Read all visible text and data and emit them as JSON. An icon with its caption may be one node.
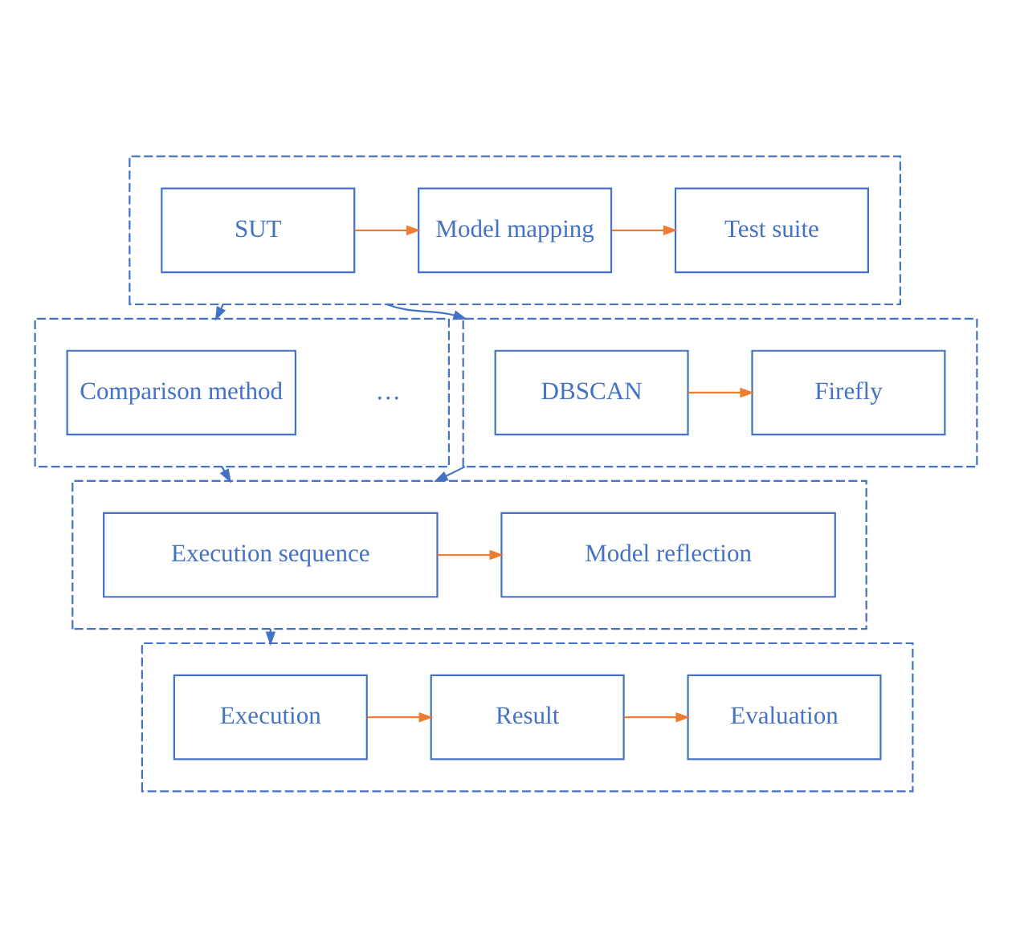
{
  "diagram": {
    "nodes": [
      {
        "text": [],
        "shape": "box"
      },
      {
        "text": [
          "SUT"
        ],
        "in": 0
      },
      {
        "text": [
          "Model mapping"
        ],
        "in": 0
      },
      {
        "text": [
          "Test suite"
        ],
        "in": 0
      },
      {
        "text": [],
        "shape": "box"
      },
      {
        "text": [
          "Comparison method"
        ],
        "in": 4
      },
      {
        "text": [
          "…"
        ],
        "in": 4
      },
      {
        "text": [],
        "shape": "box"
      },
      {
        "text": [
          "DBSCAN"
        ],
        "in": 7
      },
      {
        "text": [
          "Firefly"
        ],
        "in": 7
      },
      {
        "text": [],
        "shape": "box"
      },
      {
        "text": [
          "Execution sequence"
        ],
        "in": 10
      },
      {
        "text": [
          "Model reflection"
        ],
        "in": 10
      },
      {
        "text": [],
        "shape": "box"
      },
      {
        "text": [
          "Execution"
        ],
        "in": 13
      },
      {
        "text": [
          "Result"
        ],
        "in": 13
      },
      {
        "text": [
          "Evaluation"
        ],
        "in": 13
      }
    ],
    "edges": [
      {
        "from": 1,
        "to": 2,
        "arrow": "to"
      },
      {
        "from": 2,
        "to": 3,
        "arrow": "to"
      },
      {
        "from": 0,
        "to": 4,
        "arrow": "to",
        "color": "#4472c4"
      },
      {
        "from": 0,
        "to": 7,
        "arrow": "to",
        "color": "#4472c4"
      },
      {
        "from": 8,
        "to": 9,
        "arrow": "to"
      },
      {
        "from": 4,
        "to": 10,
        "arrow": "to",
        "color": "#4472c4"
      },
      {
        "from": 7,
        "to": 10,
        "arrow": "to",
        "color": "#4472c4"
      },
      {
        "from": 11,
        "to": 12,
        "arrow": "to"
      },
      {
        "from": 10,
        "to": 13,
        "arrow": "to",
        "color": "#4472c4"
      },
      {
        "from": 14,
        "to": 15,
        "arrow": "to"
      },
      {
        "from": 15,
        "to": 16,
        "arrow": "to"
      }
    ]
  }
}
